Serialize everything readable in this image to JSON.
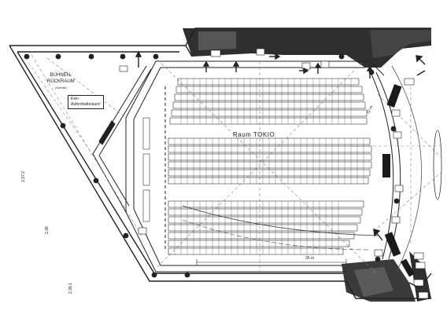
{
  "plan": {
    "room_name": "Raum TOKIO",
    "stage_area": {
      "line1": "BÜHNEN-",
      "line2": "RÜCKRAUM",
      "note": "(Szenik)"
    },
    "no_stay_box": {
      "line1": "Kein",
      "line2": "Aufenthaltsraum!"
    },
    "dims": {
      "left_top": "2.37.2",
      "left_mid": "2.36",
      "left_bottom": "2.38.1",
      "bottom_mid": "35 m",
      "right_arc": "32 m"
    }
  }
}
